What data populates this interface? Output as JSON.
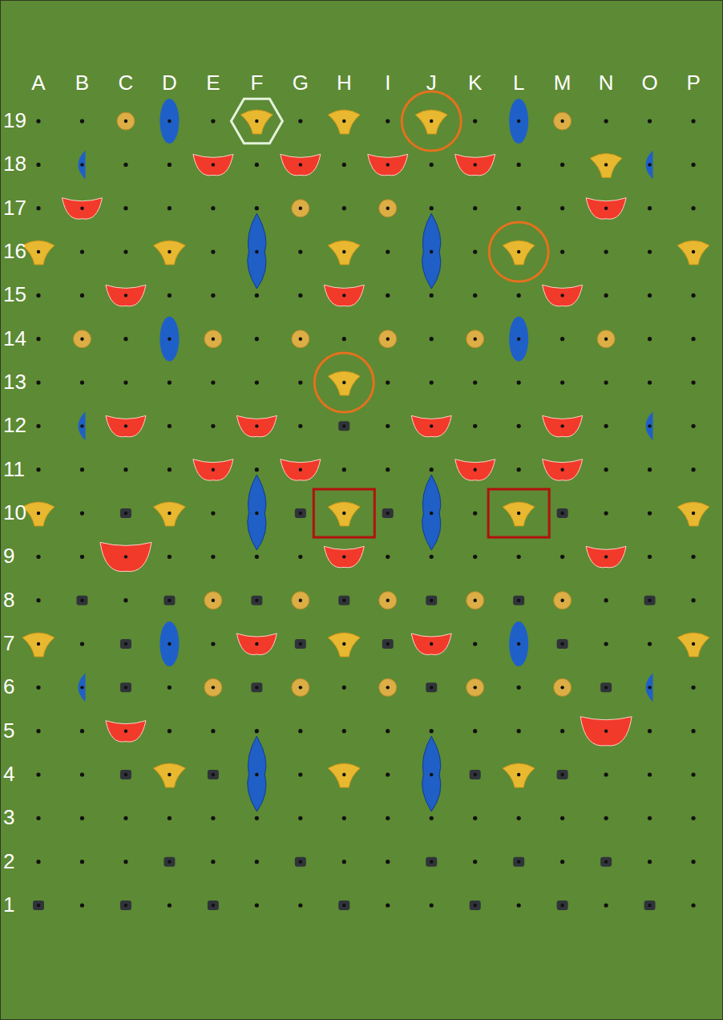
{
  "diagram": {
    "labels": [
      "A",
      "B",
      "C",
      "D",
      "E",
      "F",
      "G",
      "H",
      "I",
      "J",
      "K",
      "L",
      "M",
      "N",
      "O",
      "P",
      "19",
      "18",
      "17",
      "16",
      "15",
      "14",
      "13",
      "12",
      "11",
      "10",
      "9",
      "8",
      "7",
      "6",
      "5",
      "4",
      "3",
      "2",
      "1"
    ]
  }
}
